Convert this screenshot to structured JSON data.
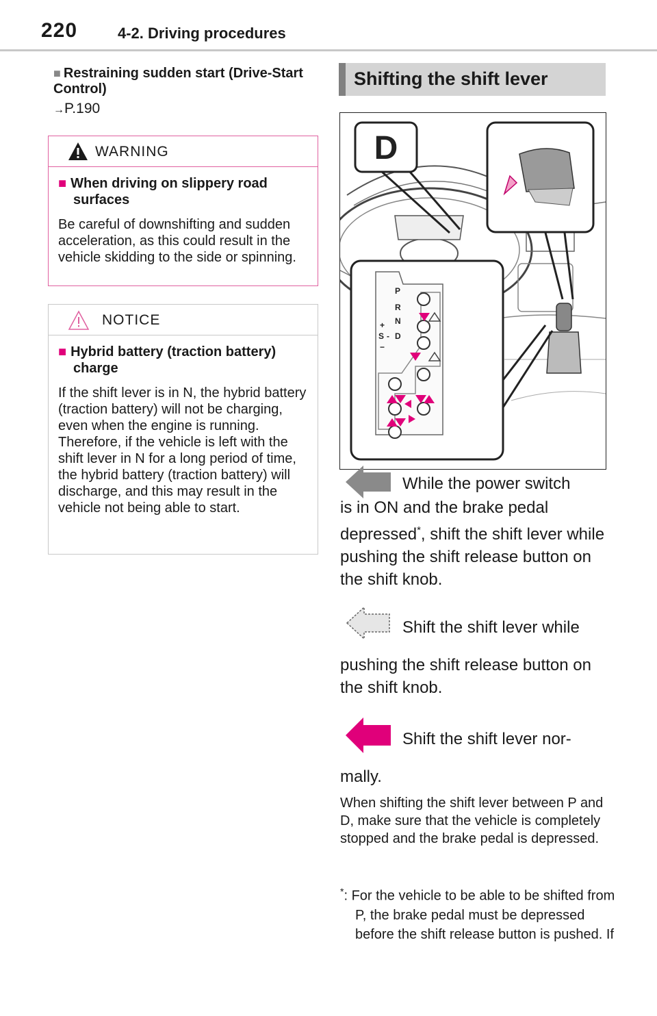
{
  "header": {
    "page_number": "220",
    "section": "4-2. Driving procedures"
  },
  "restrain": {
    "marker": "■",
    "title": "Restraining sudden start (Drive-Start Control)",
    "ref_arrow": "→",
    "ref": "P.190"
  },
  "warning": {
    "label": "WARNING",
    "marker": "■",
    "subtitle": "When driving on slippery road surfaces",
    "text": "Be careful of downshifting and sudden acceleration, as this could result in the vehicle skidding to the side or spinning."
  },
  "notice": {
    "label": "NOTICE",
    "marker": "■",
    "subtitle": "Hybrid battery (traction battery) charge",
    "text": "If the shift lever is in N, the hybrid battery (traction battery) will not be charging, even when the engine is running. Therefore, if the vehicle is left with the shift lever in N for a long period of time, the hybrid battery (traction battery) will discharge, and this may result in the vehicle not being able to start."
  },
  "shift": {
    "title": "Shifting the shift lever",
    "figure": {
      "gear_display": "D",
      "gate_labels": [
        "P",
        "R",
        "N",
        "D"
      ],
      "side_labels": [
        "+",
        "S",
        "-",
        "−"
      ]
    },
    "step1_a": "While the power switch",
    "step1_b": "is in ON and the brake pedal depressed",
    "step1_sup": "*",
    "step1_c": ", shift the shift lever while pushing the shift release button on the shift knob.",
    "step2_a": "Shift the shift lever while",
    "step2_b": "pushing the shift release button on the shift knob.",
    "step3_a": "Shift the shift lever nor-",
    "step3_b": "mally.",
    "note": "When shifting the shift lever between P and D, make sure that the vehicle is completely stopped and the brake pedal is depressed.",
    "footnote_mark": "*",
    "footnote": ": For the vehicle to be able to be shifted from P, the brake pedal must be depressed before the shift release button is pushed. If"
  },
  "colors": {
    "accent": "#e0007a",
    "box_border": "#e060a0",
    "gray_arrow": "#8a8a8a"
  }
}
